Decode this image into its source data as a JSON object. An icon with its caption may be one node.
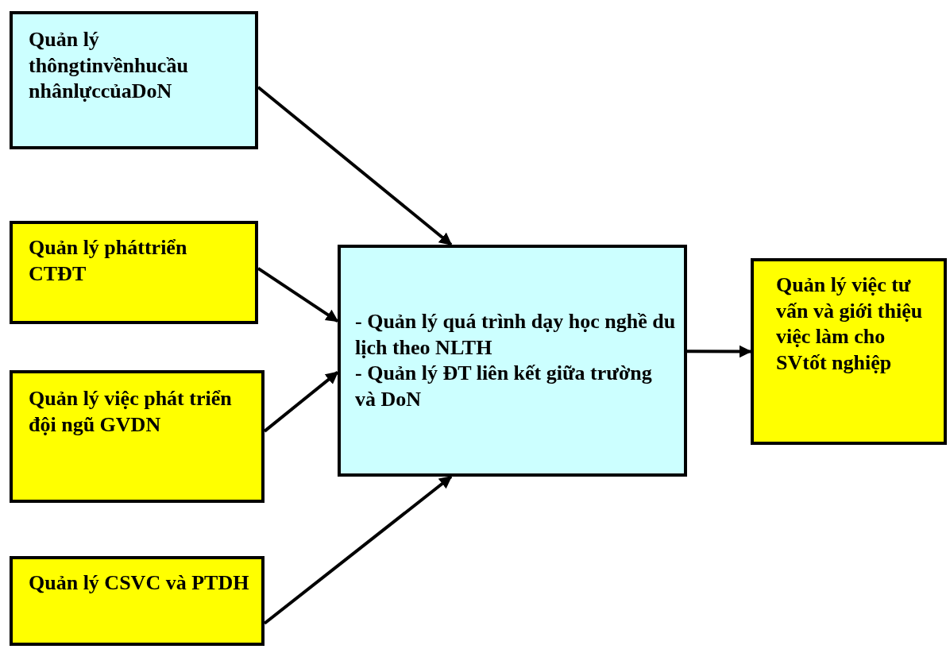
{
  "diagram": {
    "nodes": [
      {
        "text": [
          "Quản lý thôngtinvềnhucầu nhânlựccủaDoN"
        ]
      },
      {
        "text": [
          "Quản lý pháttriển CTĐT"
        ]
      },
      {
        "text": [
          "Quản lý việc phát triển đội ngũ GVDN"
        ]
      },
      {
        "text": [
          "Quản lý CSVC và PTDH"
        ]
      },
      {
        "text": [
          "- Quản lý quá trình dạy học nghề du lịch theo NLTH",
          "- Quản lý ĐT liên kết giữa trường và DoN"
        ]
      },
      {
        "text": [
          "Quản lý việc tư vấn và giới thiệu việc làm cho SVtốt nghiệp"
        ]
      }
    ],
    "edges": [
      {
        "from": 0,
        "to": 4,
        "arrow": "to"
      },
      {
        "from": 1,
        "to": 4,
        "arrow": "to"
      },
      {
        "from": 2,
        "to": 4,
        "arrow": "to"
      },
      {
        "from": 3,
        "to": 4,
        "arrow": "to"
      },
      {
        "from": 4,
        "to": 5,
        "arrow": "to"
      }
    ]
  }
}
